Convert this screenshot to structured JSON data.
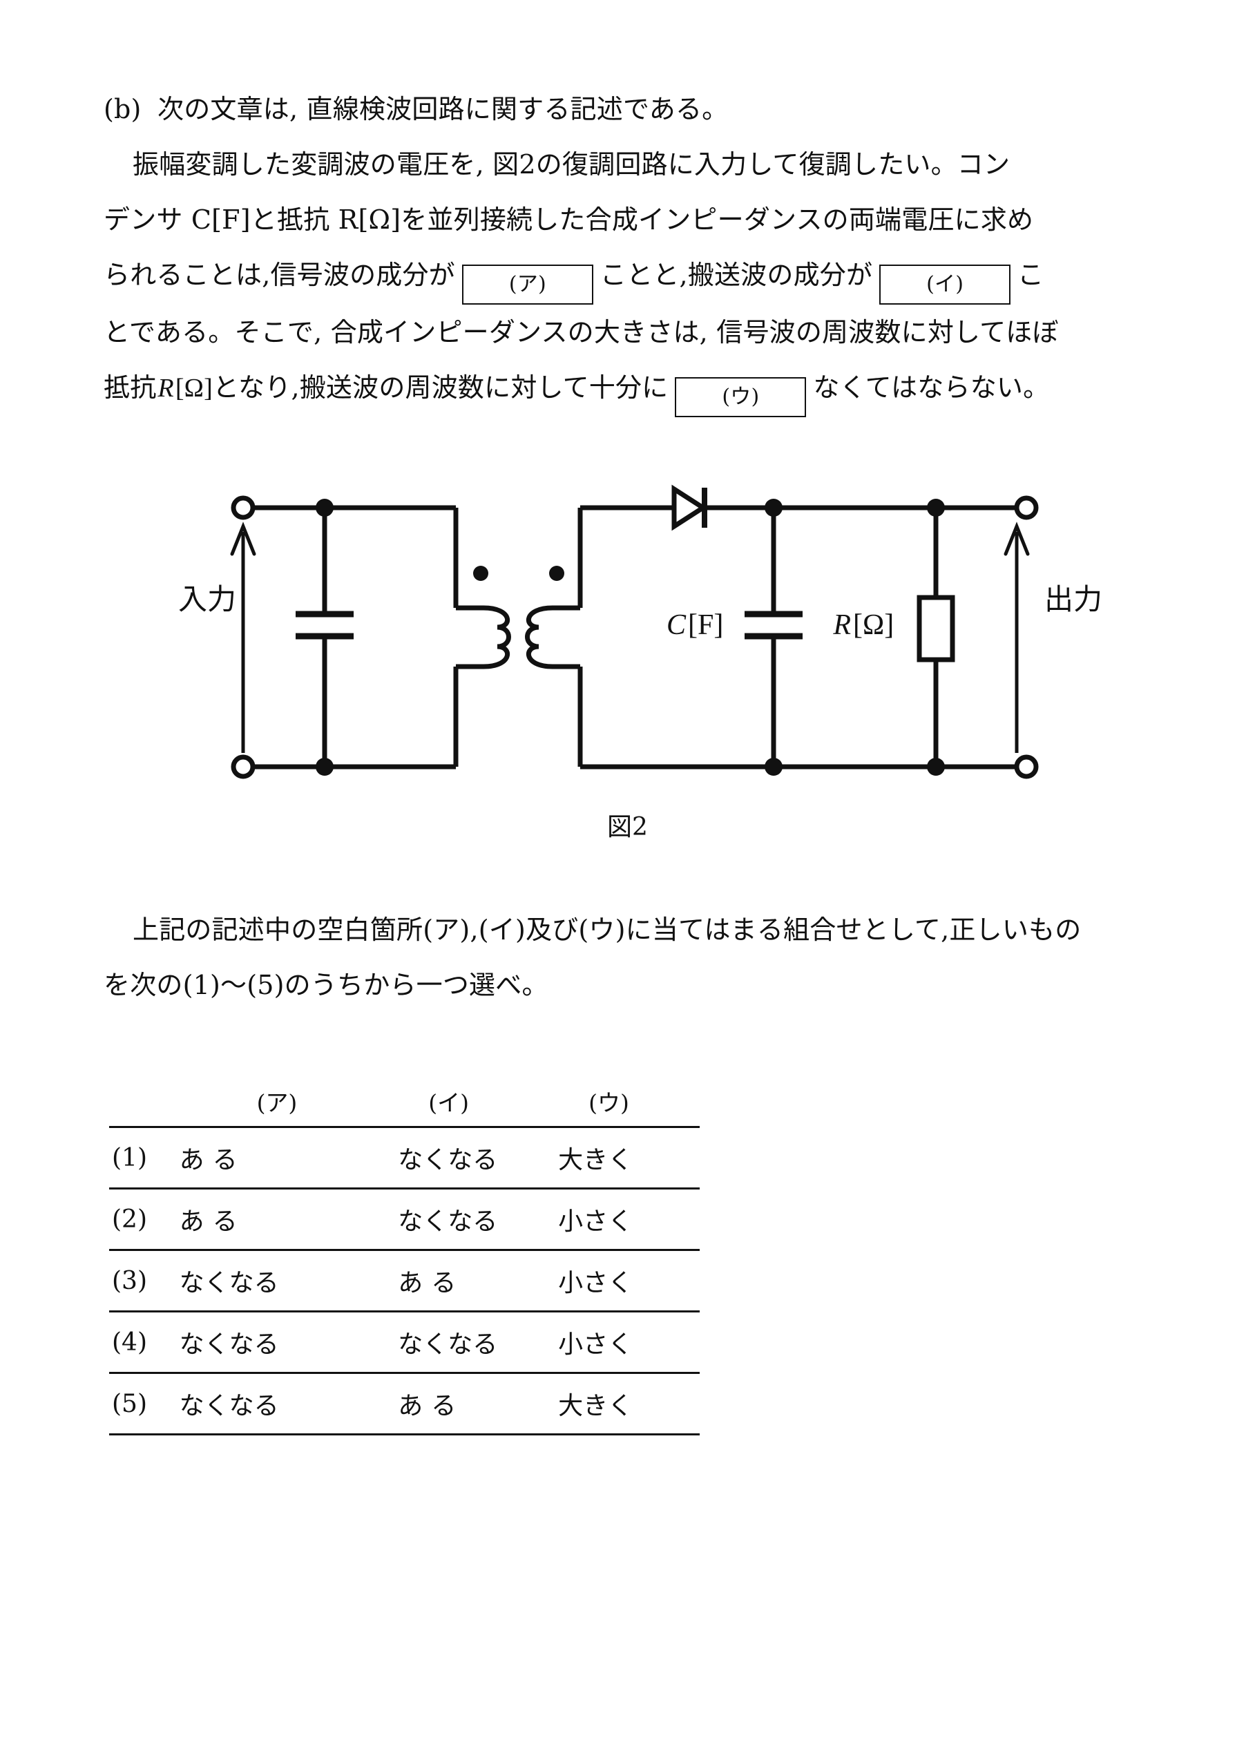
{
  "document": {
    "section_label": "(b)",
    "intro_line": "次の文章は, 直線検波回路に関する記述である。",
    "body_lines": [
      "振幅変調した変調波の電圧を, 図2の復調回路に入力して復調したい。コン",
      "デンサ C[F]と抵抗 R[Ω]を並列接続した合成インピーダンスの両端電圧に求め"
    ],
    "line3_part1": "られることは,信号波の成分が",
    "line3_blank_a": "(ア)",
    "line3_part2": "ことと,搬送波の成分が",
    "line3_blank_b": "(イ)",
    "line3_part3": "こ",
    "line4": "とである。そこで, 合成インピーダンスの大きさは, 信号波の周波数に対してほぼ",
    "line5_part1": "抵抗",
    "line5_sym": "R",
    "line5_unit": "[Ω]",
    "line5_part2": "となり,搬送波の周波数に対して十分に",
    "line5_blank_c": "(ウ)",
    "line5_part3": "なくてはならない。",
    "question_lines": [
      "上記の記述中の空白箇所(ア),(イ)及び(ウ)に当てはまる組合せとして,正しいもの",
      "を次の(1)〜(5)のうちから一つ選べ。"
    ]
  },
  "figure": {
    "caption": "図2",
    "input_label": "入力",
    "output_label": "出力",
    "capacitor_label_symbol": "C",
    "capacitor_label_unit": "[F]",
    "resistor_label_symbol": "R",
    "resistor_label_unit": "[Ω]",
    "components": [
      "input-terminal-pair",
      "tuning-capacitor",
      "transformer",
      "diode",
      "smoothing-capacitor",
      "load-resistor",
      "output-terminal-pair"
    ]
  },
  "answer_table": {
    "headers": [
      "",
      "(ア)",
      "(イ)",
      "(ウ)"
    ],
    "rows": [
      {
        "no": "(1)",
        "a": "ある",
        "b": "なくなる",
        "c": "大きく"
      },
      {
        "no": "(2)",
        "a": "ある",
        "b": "なくなる",
        "c": "小さく"
      },
      {
        "no": "(3)",
        "a": "なくなる",
        "b": "ある",
        "c": "小さく"
      },
      {
        "no": "(4)",
        "a": "なくなる",
        "b": "なくなる",
        "c": "小さく"
      },
      {
        "no": "(5)",
        "a": "なくなる",
        "b": "ある",
        "c": "大きく"
      }
    ]
  },
  "colors": {
    "ink": "#111111",
    "page": "#ffffff"
  }
}
